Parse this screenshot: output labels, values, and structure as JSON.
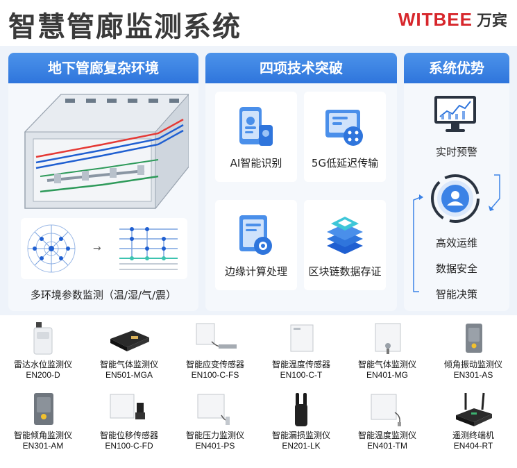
{
  "header": {
    "title": "智慧管廊监测系统",
    "brand_en": "WITBEE",
    "brand_cn": "万宾"
  },
  "panels": {
    "environment": {
      "title": "地下管廊复杂环境",
      "caption": "多环境参数监测（温/湿/气/震）"
    },
    "tech": {
      "title": "四项技术突破",
      "items": [
        {
          "label": "AI智能识别",
          "icon": "phone-person-icon"
        },
        {
          "label": "5G低延迟传输",
          "icon": "network-screen-icon"
        },
        {
          "label": "边缘计算处理",
          "icon": "document-gear-icon"
        },
        {
          "label": "区块链数据存证",
          "icon": "stacked-blocks-icon"
        }
      ]
    },
    "advantages": {
      "title": "系统优势",
      "items": [
        "实时预警",
        "高效运维",
        "数据安全",
        "智能决策"
      ]
    }
  },
  "products": [
    {
      "name": "雷达水位监测仪",
      "model": "EN200-D",
      "icon": "radar-water-level-device"
    },
    {
      "name": "智能气体监测仪",
      "model": "EN501-MGA",
      "icon": "gas-monitor-device"
    },
    {
      "name": "智能应变传感器",
      "model": "EN100-C-FS",
      "icon": "strain-sensor-device"
    },
    {
      "name": "智能温度传感器",
      "model": "EN100-C-T",
      "icon": "temperature-sensor-device"
    },
    {
      "name": "智能气体监测仪",
      "model": "EN401-MG",
      "icon": "gas-monitor-device"
    },
    {
      "name": "倾角振动监测仪",
      "model": "EN301-AS",
      "icon": "tilt-vibration-device"
    },
    {
      "name": "智能倾角监测仪",
      "model": "EN301-AM",
      "icon": "tilt-monitor-device"
    },
    {
      "name": "智能位移传感器",
      "model": "EN100-C-FD",
      "icon": "displacement-sensor-device"
    },
    {
      "name": "智能压力监测仪",
      "model": "EN401-PS",
      "icon": "pressure-monitor-device"
    },
    {
      "name": "智能漏损监测仪",
      "model": "EN201-LK",
      "icon": "leak-monitor-device"
    },
    {
      "name": "智能温度监测仪",
      "model": "EN401-TM",
      "icon": "temperature-monitor-device"
    },
    {
      "name": "遥测终端机",
      "model": "EN404-RT",
      "icon": "telemetry-terminal-device"
    }
  ],
  "colors": {
    "brand_red": "#d7262b",
    "panel_blue": "#2f75dc",
    "upper_bg": "#eef3fa"
  }
}
